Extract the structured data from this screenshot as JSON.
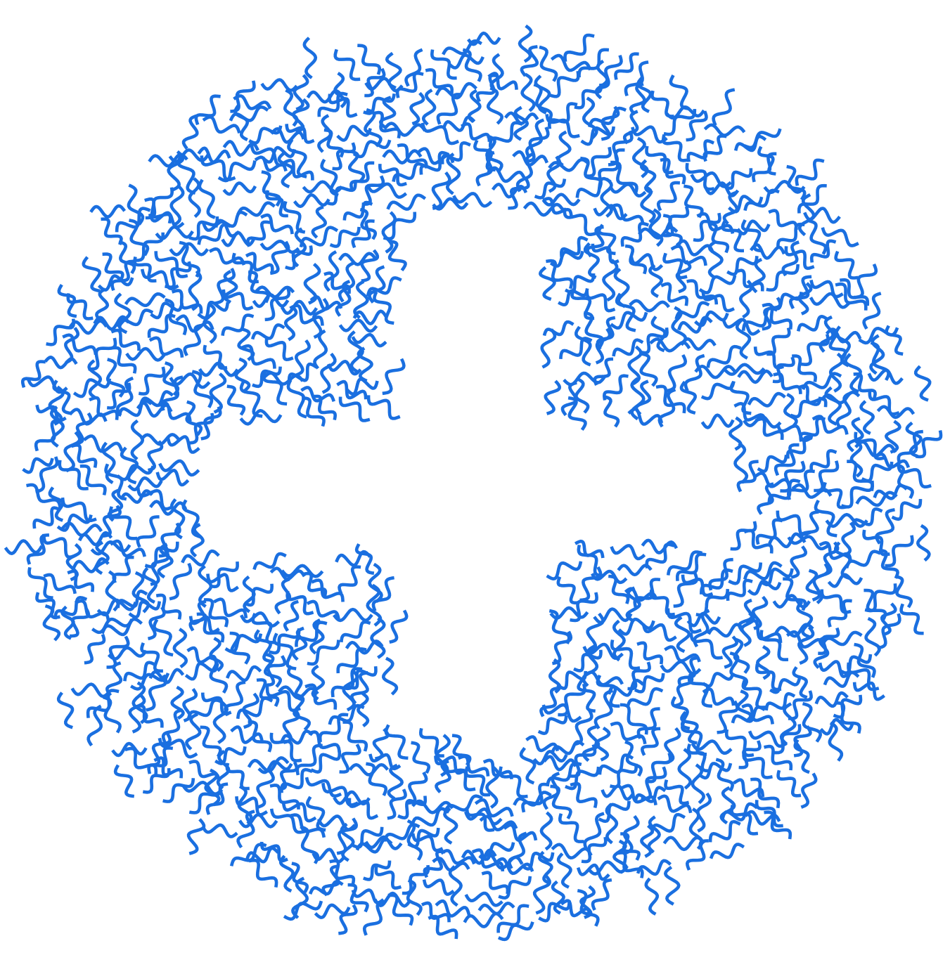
{
  "artwork": {
    "motif": "wavy-line-squiggles",
    "layout_shape": "circle-with-cross-cutout",
    "cutout_shape": "plus-sign",
    "stroke_color": "#1a6fe0",
    "background_color": "#ffffff"
  }
}
